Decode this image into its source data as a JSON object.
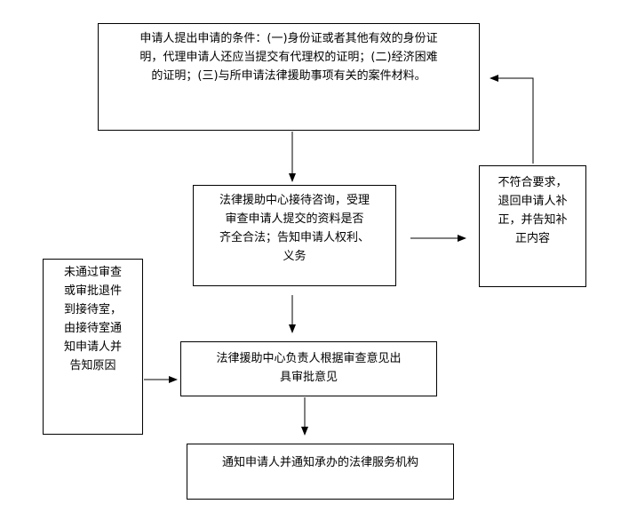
{
  "flowchart": {
    "requirements": "申请人提出申请的条件：(一)身份证或者其他有效的身份证\n明，代理申请人还应当提交有代理权的证明；(二)经济困难\n的证明；(三)与所申请法律援助事项有关的案件材料。",
    "consult": "法律援助中心接待咨询，受理\n审查申请人提交的资料是否\n齐全合法；告知申请人权利、\n义务",
    "return_for_correction": "不符合要求，\n退回申请人补\n正，并告知补\n正内容",
    "rejected": "未通过审查\n或审批退件\n到接待室，\n由接待室通\n知申请人并\n告知原因",
    "approval": "法律援助中心负责人根据审查意见出\n具审批意见",
    "notify": "通知申请人并通知承办的法律服务机构"
  },
  "colors": {
    "line": "#000000",
    "background": "#ffffff"
  }
}
